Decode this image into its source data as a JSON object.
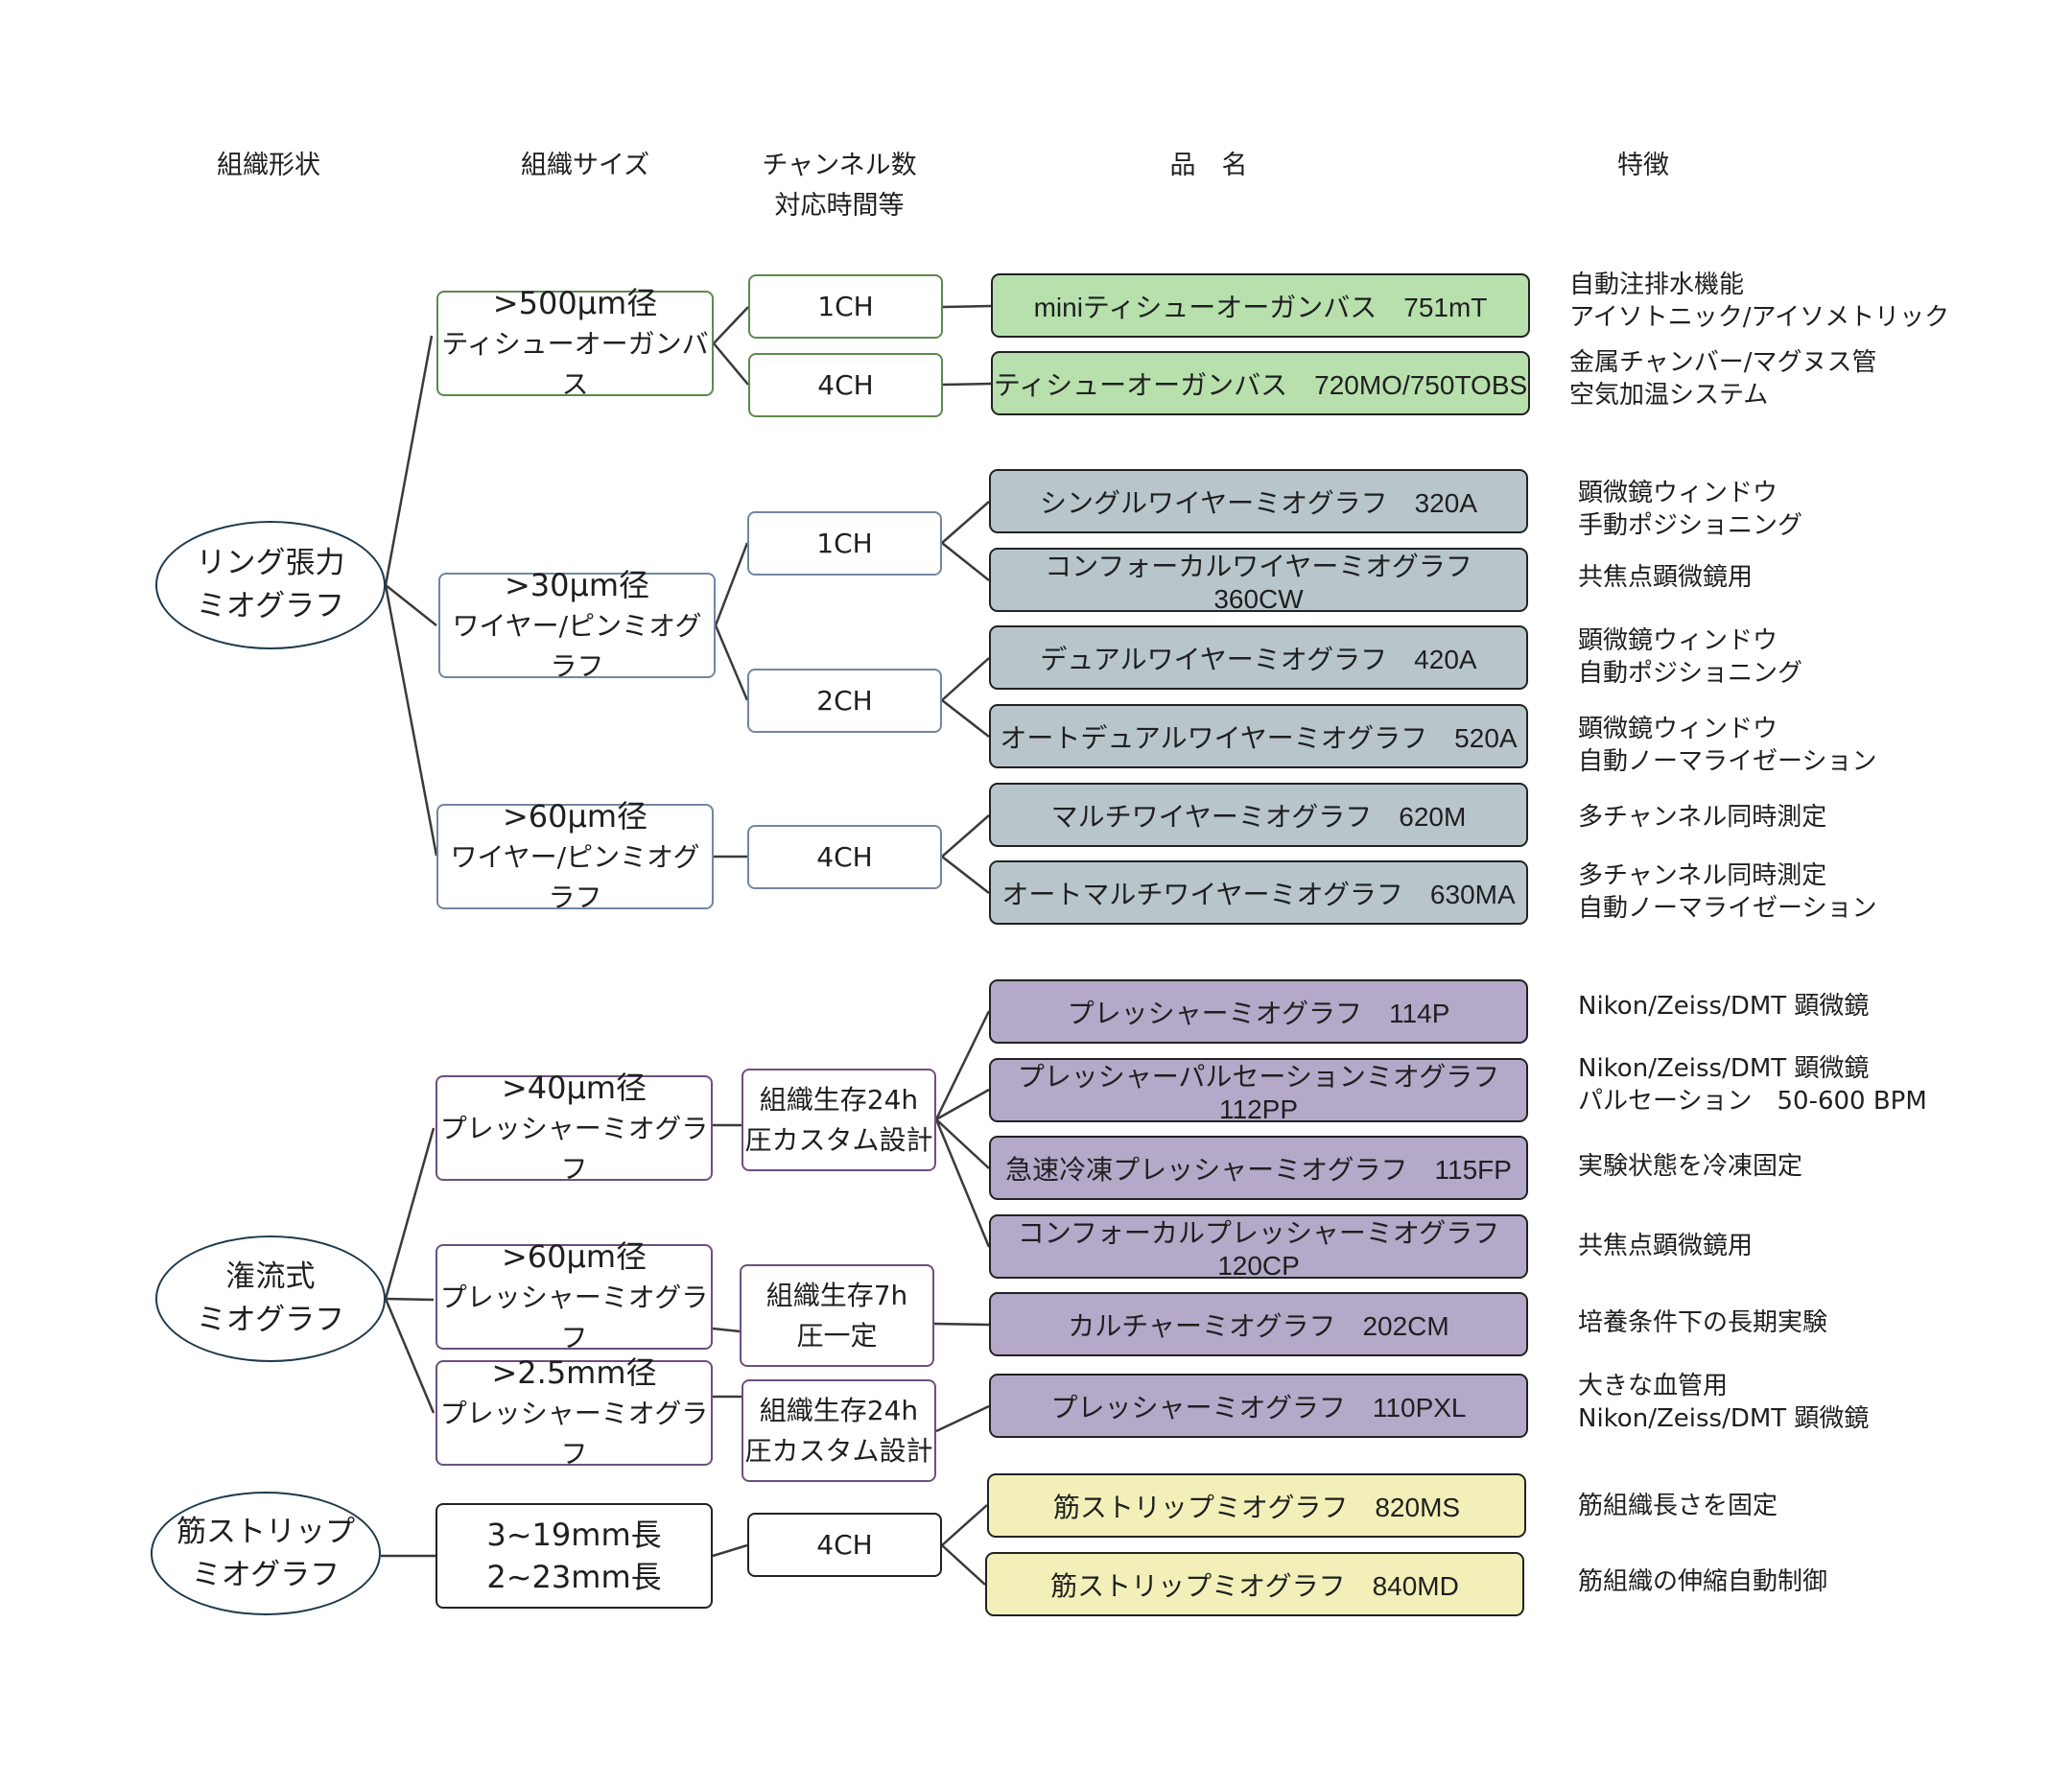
{
  "headers": {
    "shape": "組織形状",
    "size": "組織サイズ",
    "channels": "チャンネル数\n対応時間等",
    "product": "品　名",
    "features": "特徴"
  },
  "shapes": {
    "ring": [
      "リング張力",
      "ミオグラフ"
    ],
    "perfusion": [
      "潅流式",
      "ミオグラフ"
    ],
    "strip": [
      "筋ストリップ",
      "ミオグラフ"
    ]
  },
  "sizes": {
    "organbath": [
      ">500µm径",
      "ティシューオーガンバス"
    ],
    "wire30": [
      ">30µm径",
      "ワイヤー/ピンミオグラフ"
    ],
    "wire60": [
      ">60µm径",
      "ワイヤー/ピンミオグラフ"
    ],
    "press40": [
      ">40µm径",
      "プレッシャーミオグラフ"
    ],
    "press60": [
      ">60µm径",
      "プレッシャーミオグラフ"
    ],
    "press25": [
      ">2.5mm径",
      "プレッシャーミオグラフ"
    ],
    "strip": [
      "3~19mm長",
      "2~23mm長"
    ]
  },
  "channels": {
    "ob1": [
      "1CH"
    ],
    "ob4": [
      "4CH"
    ],
    "w1": [
      "1CH"
    ],
    "w2": [
      "2CH"
    ],
    "w4": [
      "4CH"
    ],
    "p24a": [
      "組織生存24h",
      "圧カスタム設計"
    ],
    "p7": [
      "組織生存7h",
      "圧一定"
    ],
    "p24b": [
      "組織生存24h",
      "圧カスタム設計"
    ],
    "s4": [
      "4CH"
    ]
  },
  "products": {
    "p751": "miniティシューオーガンバス　751mT",
    "p720": "ティシューオーガンバス　720MO/750TOBS",
    "p320": "シングルワイヤーミオグラフ　320A",
    "p360": "コンフォーカルワイヤーミオグラフ　360CW",
    "p420": "デュアルワイヤーミオグラフ　420A",
    "p520": "オートデュアルワイヤーミオグラフ　520A",
    "p620": "マルチワイヤーミオグラフ　620M",
    "p630": "オートマルチワイヤーミオグラフ　630MA",
    "p114": "プレッシャーミオグラフ　114P",
    "p112": "プレッシャーパルセーションミオグラフ　112PP",
    "p115": "急速冷凍プレッシャーミオグラフ　115FP",
    "p120": "コンフォーカルプレッシャーミオグラフ　120CP",
    "p202": "カルチャーミオグラフ　202CM",
    "p110": "プレッシャーミオグラフ　110PXL",
    "p820": "筋ストリップミオグラフ　820MS",
    "p840": "筋ストリップミオグラフ　840MD"
  },
  "features": {
    "p751": [
      "自動注排水機能",
      "アイソトニック/アイソメトリック"
    ],
    "p720": [
      "金属チャンバー/マグヌス管",
      "空気加温システム"
    ],
    "p320": [
      "顕微鏡ウィンドウ",
      "手動ポジショニング"
    ],
    "p360": [
      "共焦点顕微鏡用"
    ],
    "p420": [
      "顕微鏡ウィンドウ",
      "自動ポジショニング"
    ],
    "p520": [
      "顕微鏡ウィンドウ",
      "自動ノーマライゼーション"
    ],
    "p620": [
      "多チャンネル同時測定"
    ],
    "p630": [
      "多チャンネル同時測定",
      "自動ノーマライゼーション"
    ],
    "p114": [
      "Nikon/Zeiss/DMT 顕微鏡"
    ],
    "p112": [
      "Nikon/Zeiss/DMT 顕微鏡",
      "パルセーション　50-600 BPM"
    ],
    "p115": [
      "実験状態を冷凍固定"
    ],
    "p120": [
      "共焦点顕微鏡用"
    ],
    "p202": [
      "培養条件下の長期実験"
    ],
    "p110": [
      "大きな血管用",
      "Nikon/Zeiss/DMT 顕微鏡"
    ],
    "p820": [
      "筋組織長さを固定"
    ],
    "p840": [
      "筋組織の伸縮自動制御"
    ]
  },
  "colors": {
    "green": "#b7e0ad",
    "bluegray": "#b8c6cc",
    "purple": "#b4a9c9",
    "yellow": "#f2f0b8",
    "ellipse_border": "#1e3a4d"
  }
}
